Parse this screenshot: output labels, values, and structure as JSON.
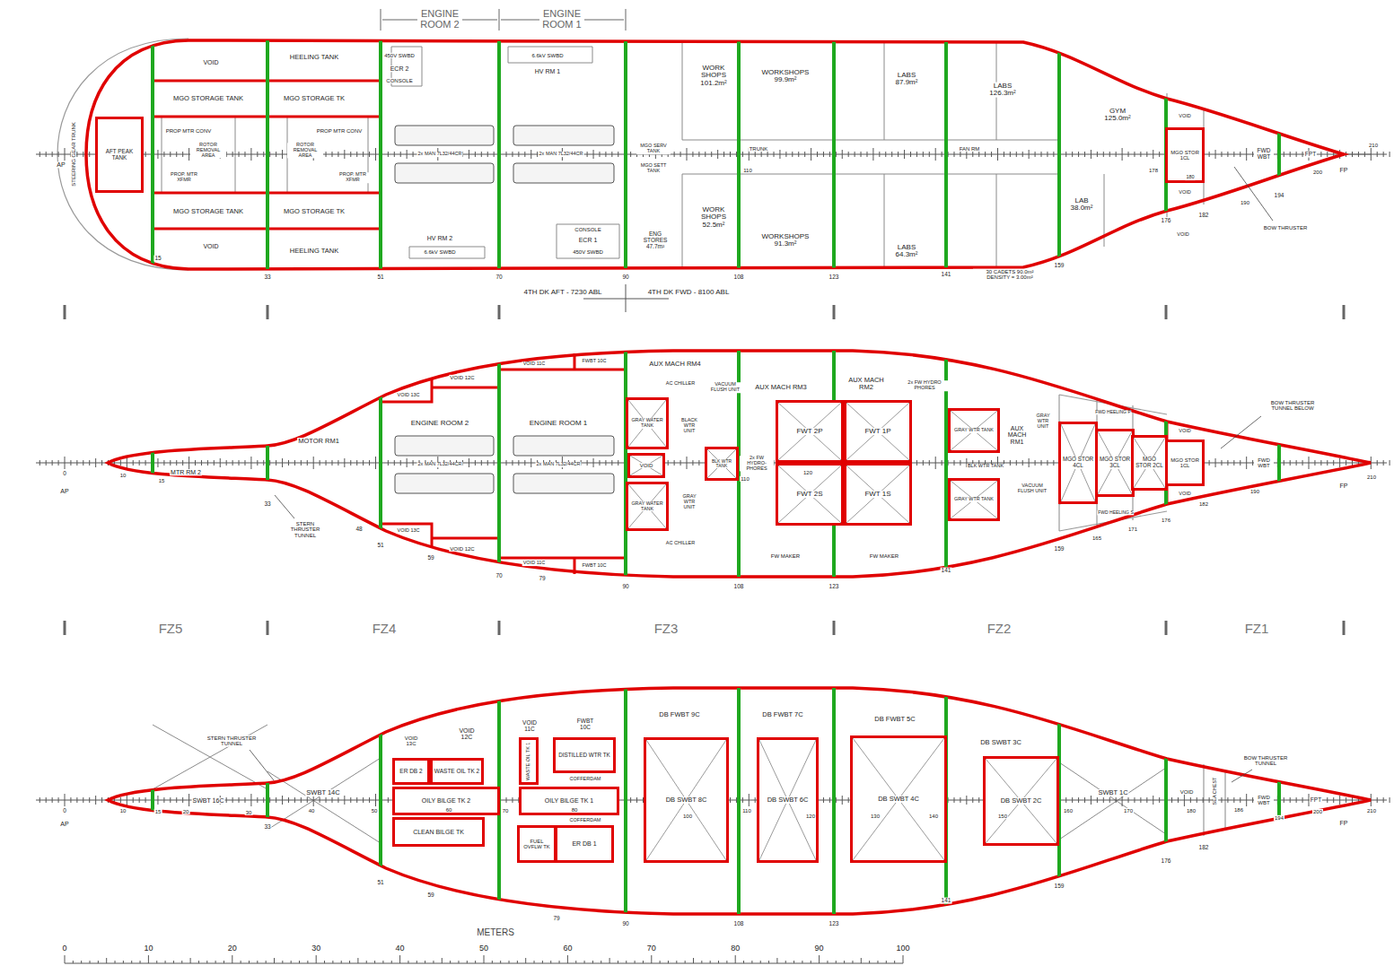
{
  "diagram": {
    "nodes": [
      {
        "text": [
          "AFT PEAK TANK"
        ]
      },
      {
        "text": [
          "MGO STOR 1CL"
        ]
      },
      {
        "text": [
          "GRAY WATER TANK"
        ]
      },
      {
        "text": [
          "VOID"
        ]
      },
      {
        "text": [
          "GRAY WATER TANK"
        ]
      },
      {
        "text": [
          "BLK WTR TANK"
        ]
      },
      {
        "text": [
          "FWT 2P"
        ]
      },
      {
        "text": [
          "FWT 1P"
        ]
      },
      {
        "text": [
          "FWT 2S"
        ]
      },
      {
        "text": [
          "FWT 1S"
        ]
      },
      {
        "text": [
          "GRAY WTR TANK"
        ]
      },
      {
        "text": [
          "GRAY WTR TANK"
        ]
      },
      {
        "text": [
          "MGO STOR 4CL"
        ]
      },
      {
        "text": [
          "MGO STOR 3CL"
        ]
      },
      {
        "text": [
          "MGO STOR 2CL"
        ]
      },
      {
        "text": [
          "MGO STOR 1CL"
        ]
      },
      {
        "text": [
          "ER DB 2"
        ]
      },
      {
        "text": [
          "WASTE OIL TK 2"
        ]
      },
      {
        "text": [
          "OILY BILGE TK 2"
        ]
      },
      {
        "text": [
          "CLEAN BILGE TK"
        ]
      },
      {
        "text": [
          "WASTE OIL TK 1"
        ]
      },
      {
        "text": [
          "DISTILLED WTR TK"
        ]
      },
      {
        "text": [
          "OILY BILGE TK 1"
        ]
      },
      {
        "text": [
          "FUEL OVFLW TK"
        ]
      },
      {
        "text": [
          "ER DB 1"
        ]
      },
      {
        "text": [
          "DB SWBT 8C"
        ]
      },
      {
        "text": [
          "DB SWBT 6C"
        ]
      },
      {
        "text": [
          "DB SWBT 4C"
        ]
      },
      {
        "text": [
          "DB SWBT 2C"
        ]
      }
    ],
    "labels": [
      "ENGINE ROOM 2",
      "ENGINE ROOM 1",
      "VOID",
      "HEELING TANK",
      "MGO STORAGE TANK",
      "MGO STORAGE TK",
      "STEERING GEAR TRUNK",
      "PROP MTR CONV",
      "ROTOR REMOVAL AREA",
      "PROP. MTR XFMR",
      "PROP MTR CONV",
      "ROTOR REMOVAL AREA",
      "PROP. MTR XFMR",
      "MGO STORAGE TANK",
      "MGO STORAGE TK",
      "VOID",
      "HEELING TANK",
      "450V SWBD",
      "ECR 2",
      "CONSOLE",
      "6.6kV SWBD",
      "HV RM 1",
      "2x MAN 7L32/44CR",
      "2x MAN 7L32/44CR",
      "HV RM 2",
      "6.6kV SWBD",
      "CONSOLE",
      "ECR 1",
      "450V SWBD",
      "MGO SERV TANK",
      "MGO SETT TANK",
      "ENG STORES 47.7m²",
      "WORK SHOPS 101.2m²",
      "WORKSHOPS 99.9m²",
      "TRUNK",
      "WORK SHOPS 52.5m²",
      "WORKSHOPS 91.3m²",
      "LABS 87.9m²",
      "LABS 126.3m²",
      "FAN RM",
      "LABS 64.3m²",
      "LAB 38.0m²",
      "GYM 125.0m²",
      "VOID",
      "VOID",
      "VOID",
      "FWD WBT",
      "FPT",
      "BOW THRUSTER",
      "30 CADETS 90.0m² DENSITY = 3.00m²",
      "4TH DK AFT - 7230 ABL",
      "4TH DK FWD - 8100 ABL",
      "AP",
      "15",
      "33",
      "51",
      "70",
      "90",
      "108",
      "123",
      "141",
      "159",
      "176",
      "182",
      "194",
      "110",
      "178",
      "180",
      "190",
      "200",
      "210",
      "FP",
      "MTR RM 2",
      "MOTOR RM1",
      "STERN THRUSTER TUNNEL",
      "ENGINE ROOM 2",
      "ENGINE ROOM 1",
      "2x MAN 7L32/44CR",
      "2x MAN 7L32/44CR",
      "VOID 13C",
      "VOID 12C",
      "VOID 11C",
      "FWBT 10C",
      "VOID 13C",
      "VOID 12C",
      "VOID 11C",
      "FWBT 10C",
      "AUX MACH RM4",
      "AC CHILLER",
      "BLACK WTR UNIT",
      "VACUUM FLUSH UNIT",
      "GRAY WTR UNIT",
      "AC CHILLER",
      "AUX MACH RM3",
      "AUX MACH RM2",
      "2x FW HYDRO PHORES",
      "2x FW HYDRO-PHORES",
      "110",
      "120",
      "FW MAKER",
      "FW MAKER",
      "AUX MACH RM1",
      "GRAY WTR UNIT",
      "BLK WTR TANK",
      "VACUUM FLUSH UNIT",
      "FWD HEELING P",
      "FWD HEELING S",
      "VOID",
      "VOID",
      "FWD WBT",
      "BOW THRUSTER TUNNEL BELOW",
      "0",
      "AP",
      "10",
      "15",
      "33",
      "48",
      "51",
      "59",
      "70",
      "79",
      "90",
      "108",
      "123",
      "141",
      "159",
      "165",
      "171",
      "176",
      "182",
      "190",
      "210",
      "FP",
      "FZ5",
      "FZ4",
      "FZ3",
      "FZ2",
      "FZ1",
      "STERN THRUSTER TUNNEL",
      "SWBT 16C",
      "SWBT 14C",
      "VOID 13C",
      "VOID 12C",
      "VOID 11C",
      "FWBT 10C",
      "COFFERDAM",
      "COFFERDAM",
      "DB FWBT 9C",
      "DB FWBT 7C",
      "DB FWBT 5C",
      "DB SWBT 3C",
      "SWBT 1C",
      "VOID",
      "SEA CHEST",
      "BOW THRUSTER TUNNEL",
      "FWD WBT",
      "FPT",
      "0",
      "AP",
      "10",
      "15",
      "20",
      "30",
      "33",
      "40",
      "50",
      "51",
      "59",
      "60",
      "70",
      "79",
      "80",
      "90",
      "100",
      "108",
      "110",
      "120",
      "123",
      "130",
      "140",
      "141",
      "150",
      "159",
      "160",
      "170",
      "176",
      "180",
      "182",
      "186",
      "194",
      "200",
      "210",
      "FP",
      "METERS",
      "0",
      "10",
      "20",
      "30",
      "40",
      "50",
      "60",
      "70",
      "80",
      "90",
      "100"
    ]
  }
}
